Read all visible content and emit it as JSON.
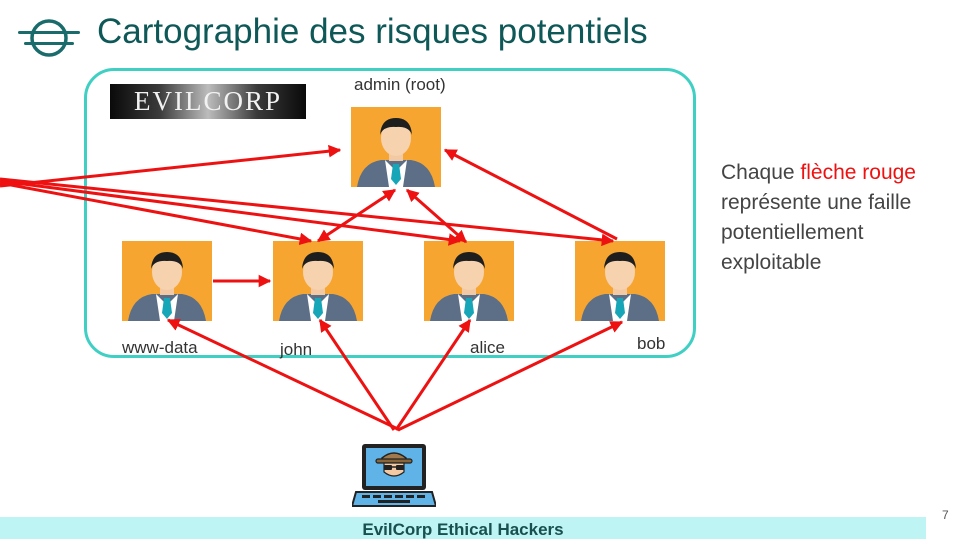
{
  "title": "Cartographie des risques potentiels",
  "logo_text": "EVILCORP",
  "users": {
    "root": "admin (root)",
    "www_data": "www-data",
    "john": "john",
    "alice": "alice",
    "bob": "bob"
  },
  "note": {
    "prefix": "Chaque ",
    "highlight": "flèche rouge",
    "suffix": "représente une faille potentiellement exploitable"
  },
  "footer": "EvilCorp Ethical Hackers",
  "page_number": "7",
  "colors": {
    "title": "#0f5858",
    "arrow": "#ee1111",
    "border": "#3fcfc3",
    "avatar_bg": "#f6a630",
    "footer_bg": "#bff4f4"
  },
  "icons": {
    "logo": "spinning-globe-icon",
    "person": "businessman-avatar-icon",
    "hacker": "hacker-laptop-icon"
  }
}
